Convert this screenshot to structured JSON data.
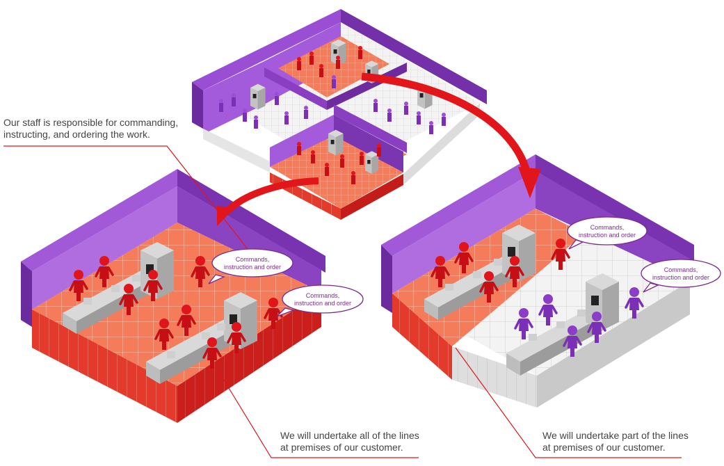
{
  "annotations": {
    "staff_note": {
      "line1": "Our staff is responsible for commanding,",
      "line2": "instructing, and ordering the work."
    },
    "full_lines_note": {
      "line1": "We will undertake all of the lines",
      "line2": "at premises of our customer."
    },
    "partial_lines_note": {
      "line1": "We will undertake part of the lines",
      "line2": "at premises of our customer."
    }
  },
  "bubbles": {
    "left_1": {
      "line1": "Commands,",
      "line2": "instruction and order"
    },
    "left_2": {
      "line1": "Commands,",
      "line2": "instruction and order"
    },
    "right_1": {
      "line1": "Commands,",
      "line2": "instruction and order"
    },
    "right_2": {
      "line1": "Commands,",
      "line2": "instruction and order"
    }
  },
  "colors": {
    "our_staff": "#d61218",
    "customer_staff": "#7b2fb5",
    "wall": "#8a3fc2",
    "floor_ours": "#f47c5a",
    "floor_customer": "#f2f2f2",
    "arrow": "#e1151a"
  }
}
